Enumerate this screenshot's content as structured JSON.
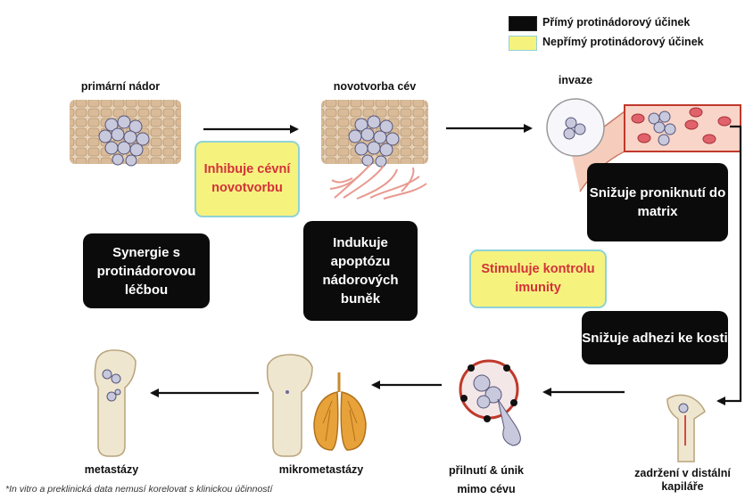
{
  "legend": {
    "direct": {
      "label": "Přímý protinádorový účinek",
      "color": "#0b0b0b"
    },
    "indirect": {
      "label": "Nepřímý protinádorový účinek",
      "color": "#f6f27e"
    }
  },
  "stages": {
    "primary_tumor": "primární nádor",
    "angiogenesis": "novotvorba cév",
    "invasion": "invaze",
    "arrest": "zadržení v distální kapiláře",
    "extravasation": "přilnutí & únik mimo cévu",
    "micrometastases": "mikrometastázy",
    "metastases": "metastázy"
  },
  "effects": {
    "inhibit_angiogenesis": "Inhibuje cévní novotvorbu",
    "synergy": "Synergie s protinádorovou léčbou",
    "apoptosis": "Indukuje apoptózu nádorových buněk",
    "reduce_penetration": "Snižuje proniknutí do matrix",
    "immunity": "Stimuluje kontrolu imunity",
    "bone_adhesion": "Snižuje adhezi ke kosti"
  },
  "footnote": "*In vitro a preklinická data nemusí korelovat s klinickou účinností"
}
